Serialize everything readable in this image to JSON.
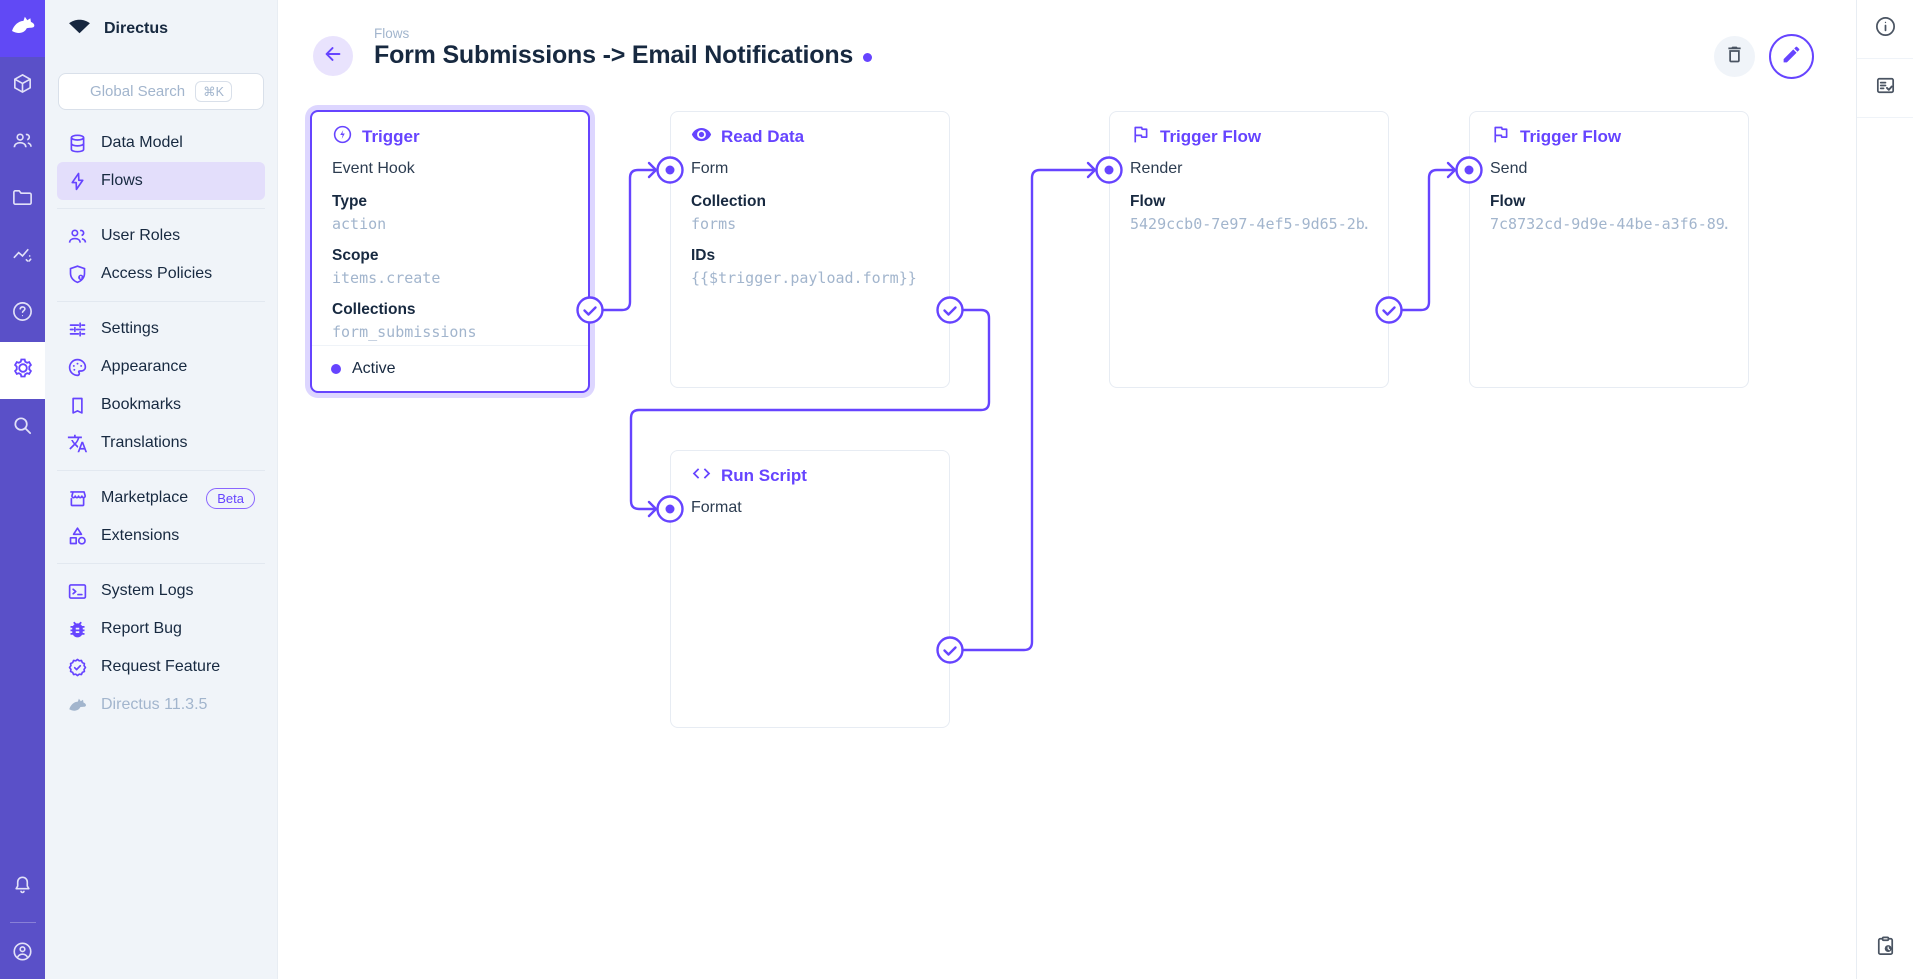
{
  "app": {
    "name": "Directus",
    "version_label": "Directus 11.3.5"
  },
  "colors": {
    "accent": "#6644FF",
    "module_bar": "#5A50C8",
    "logo_tile": "#6149F5",
    "sidebar_bg": "#F0F4F9",
    "muted": "#A2B5CD",
    "nav_active_bg": "#E3DEFB"
  },
  "module_bar": {
    "items": [
      {
        "icon": "cube-icon"
      },
      {
        "icon": "users-icon"
      },
      {
        "icon": "folder-icon"
      },
      {
        "icon": "insights-icon"
      },
      {
        "icon": "help-icon"
      },
      {
        "icon": "settings-icon",
        "active": true
      },
      {
        "icon": "search-icon"
      }
    ],
    "bottom": [
      {
        "icon": "bell-icon"
      },
      {
        "icon": "account-icon"
      }
    ]
  },
  "sidebar": {
    "search": {
      "placeholder": "Global Search",
      "shortcut": "⌘K"
    },
    "items": [
      {
        "label": "Data Model",
        "icon": "database-icon"
      },
      {
        "label": "Flows",
        "icon": "bolt-icon",
        "active": true
      },
      {
        "label": "User Roles",
        "icon": "people-icon"
      },
      {
        "label": "Access Policies",
        "icon": "shield-lock-icon"
      },
      {
        "label": "Settings",
        "icon": "tune-icon"
      },
      {
        "label": "Appearance",
        "icon": "palette-icon"
      },
      {
        "label": "Bookmarks",
        "icon": "bookmark-icon"
      },
      {
        "label": "Translations",
        "icon": "translate-icon"
      },
      {
        "label": "Marketplace",
        "icon": "storefront-icon",
        "badge": "Beta"
      },
      {
        "label": "Extensions",
        "icon": "shapes-icon"
      },
      {
        "label": "System Logs",
        "icon": "terminal-icon"
      },
      {
        "label": "Report Bug",
        "icon": "bug-icon"
      },
      {
        "label": "Request Feature",
        "icon": "verified-icon"
      },
      {
        "label": "Directus 11.3.5",
        "icon": "rabbit-icon",
        "muted": true
      }
    ]
  },
  "header": {
    "breadcrumb": "Flows",
    "title": "Form Submissions -> Email Notifications",
    "actions": [
      {
        "icon": "trash-icon"
      },
      {
        "icon": "pencil-icon"
      }
    ]
  },
  "canvas": {
    "cards": [
      {
        "type": "trigger",
        "header": "Trigger",
        "icon": "bolt-circle-icon",
        "name": "Event Hook",
        "fields": [
          {
            "label": "Type",
            "value": "action"
          },
          {
            "label": "Scope",
            "value": "items.create"
          },
          {
            "label": "Collections",
            "value": "form_submissions"
          }
        ],
        "status": "Active"
      },
      {
        "type": "operation",
        "header": "Read Data",
        "icon": "eye-icon",
        "name": "Form",
        "fields": [
          {
            "label": "Collection",
            "value": "forms"
          },
          {
            "label": "IDs",
            "value": "{{$trigger.payload.form}}"
          }
        ]
      },
      {
        "type": "operation",
        "header": "Trigger Flow",
        "icon": "flag-icon",
        "name": "Render",
        "fields": [
          {
            "label": "Flow",
            "value": "5429ccb0-7e97-4ef5-9d65-2b…"
          }
        ]
      },
      {
        "type": "operation",
        "header": "Trigger Flow",
        "icon": "flag-icon",
        "name": "Send",
        "fields": [
          {
            "label": "Flow",
            "value": "7c8732cd-9d9e-44be-a3f6-89…"
          }
        ]
      },
      {
        "type": "operation",
        "header": "Run Script",
        "icon": "code-icon",
        "name": "Format",
        "fields": []
      }
    ]
  },
  "right_bar": {
    "items": [
      {
        "icon": "info-icon"
      },
      {
        "icon": "notices-icon"
      }
    ],
    "bottom": {
      "icon": "clipboard-clock-icon"
    }
  }
}
